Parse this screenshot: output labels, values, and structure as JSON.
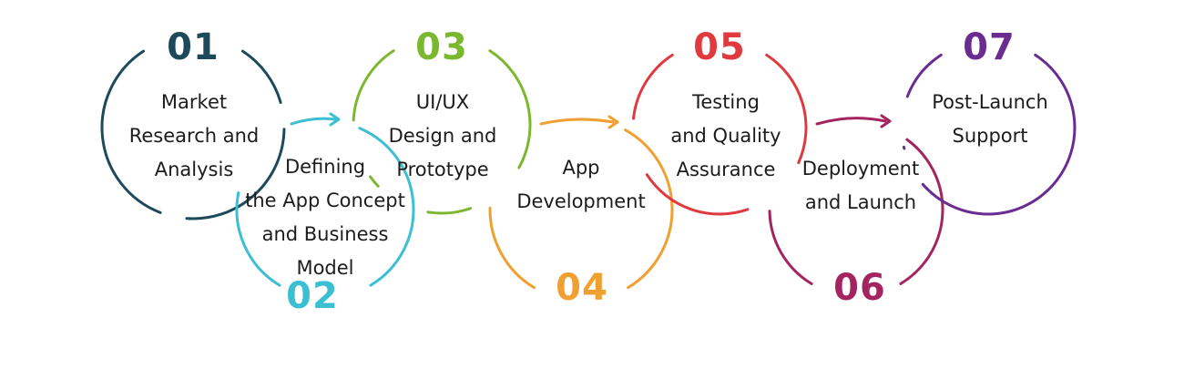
{
  "steps": [
    {
      "number": "01",
      "color": "#1d4a5a",
      "lines": [
        "Market",
        "Research and",
        "Analysis"
      ]
    },
    {
      "number": "02",
      "color": "#3cbfd3",
      "lines": [
        "Defining",
        "the App Concept",
        "and Business",
        "Model"
      ]
    },
    {
      "number": "03",
      "color": "#7cb82f",
      "lines": [
        "UI/UX",
        "Design and",
        "Prototype"
      ]
    },
    {
      "number": "04",
      "color": "#f0a030",
      "lines": [
        "App",
        "Development"
      ]
    },
    {
      "number": "05",
      "color": "#e0393e",
      "lines": [
        "Testing",
        "and Quality",
        "Assurance"
      ]
    },
    {
      "number": "06",
      "color": "#a3245e",
      "lines": [
        "Deployment",
        "and Launch"
      ]
    },
    {
      "number": "07",
      "color": "#6a2c91",
      "lines": [
        "Post-Launch",
        "Support"
      ]
    }
  ]
}
